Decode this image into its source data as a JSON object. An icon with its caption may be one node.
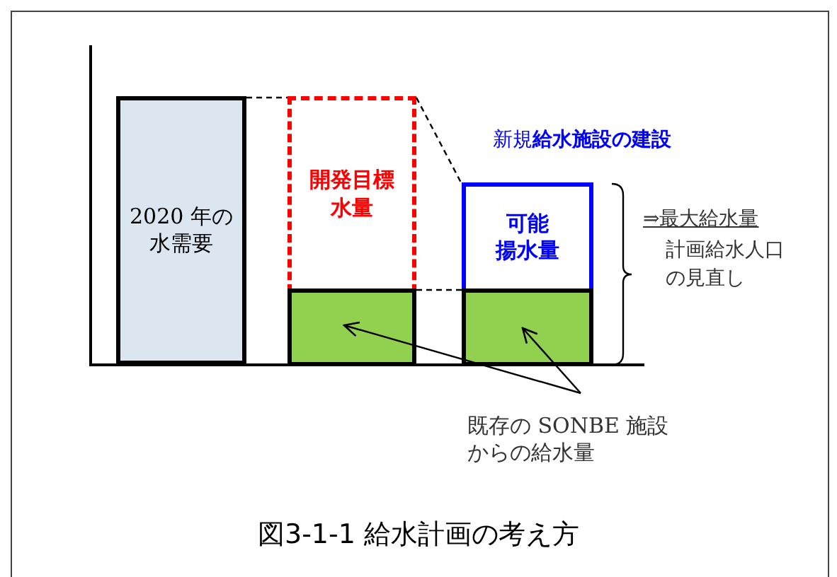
{
  "diagram": {
    "caption": "図3-1-1 給水計画の考え方",
    "nodes": [
      {
        "text": [
          "2020 年の水需要"
        ]
      },
      {
        "text": [
          "開発目標水量"
        ]
      },
      {
        "text": [],
        "shape": "box"
      },
      {
        "text": [
          "可能揚水量"
        ]
      },
      {
        "text": [],
        "shape": "box"
      },
      {
        "text": [
          "既存の SONBE 施設からの給水量"
        ]
      }
    ],
    "edges": [
      {
        "from": 5,
        "to": 2,
        "arrow": "to"
      },
      {
        "from": 5,
        "to": 4,
        "arrow": "to"
      },
      {
        "from": 0,
        "to": 1,
        "arrow": "none",
        "style": "dashed"
      },
      {
        "from": 1,
        "to": 3,
        "arrow": "none",
        "style": "dashed"
      },
      {
        "from": 2,
        "to": 4,
        "arrow": "none",
        "style": "dashed"
      }
    ],
    "labels": [
      "新規**給水施設の建設**",
      "⇒最大給水量",
      "計画給水人口の見直し"
    ]
  }
}
